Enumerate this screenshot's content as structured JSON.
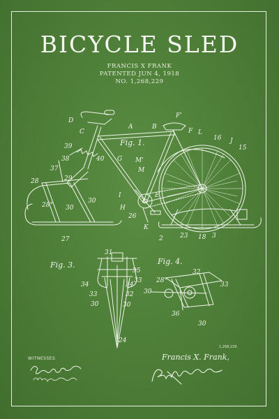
{
  "poster": {
    "title": "BICYCLE SLED",
    "inventor": "FRANCIS X FRANK",
    "patent_date": "PATENTED JUN 4, 1918",
    "patent_number": "NO. 1,268,229",
    "witnesses_label": "WITNESSES",
    "inventor_signature": "Francis X. Frank,",
    "ref_number": "1,268,229",
    "colors": {
      "background": "#4f8039",
      "ink": "#f1f4ec"
    }
  },
  "figures": {
    "fig1": "Fig. 1.",
    "fig3": "Fig. 3.",
    "fig4": "Fig. 4."
  },
  "labels": {
    "D": "D",
    "C": "C",
    "A": "A",
    "B": "B",
    "F1": "F'",
    "F": "F",
    "L": "L",
    "n16": "16",
    "J": "J",
    "n15": "15",
    "n39": "39",
    "n38": "38",
    "n40": "40",
    "G": "G",
    "M": "M",
    "M1": "M'",
    "n37": "37",
    "n28": "28",
    "n29": "29",
    "n28b": "28°",
    "n30": "30",
    "H": "H",
    "I": "I",
    "n26": "26",
    "K": "K",
    "E": "E",
    "n2": "2",
    "n23": "23",
    "n18": "18",
    "n3": "3",
    "n27": "27",
    "n31": "31",
    "n35": "35",
    "n33": "33",
    "n34": "34",
    "n32": "32",
    "n24": "24",
    "n28a": "28°",
    "n32b": "32",
    "n36": "36",
    "n30b": "30",
    "n33b": "33",
    "n24b": "24"
  }
}
